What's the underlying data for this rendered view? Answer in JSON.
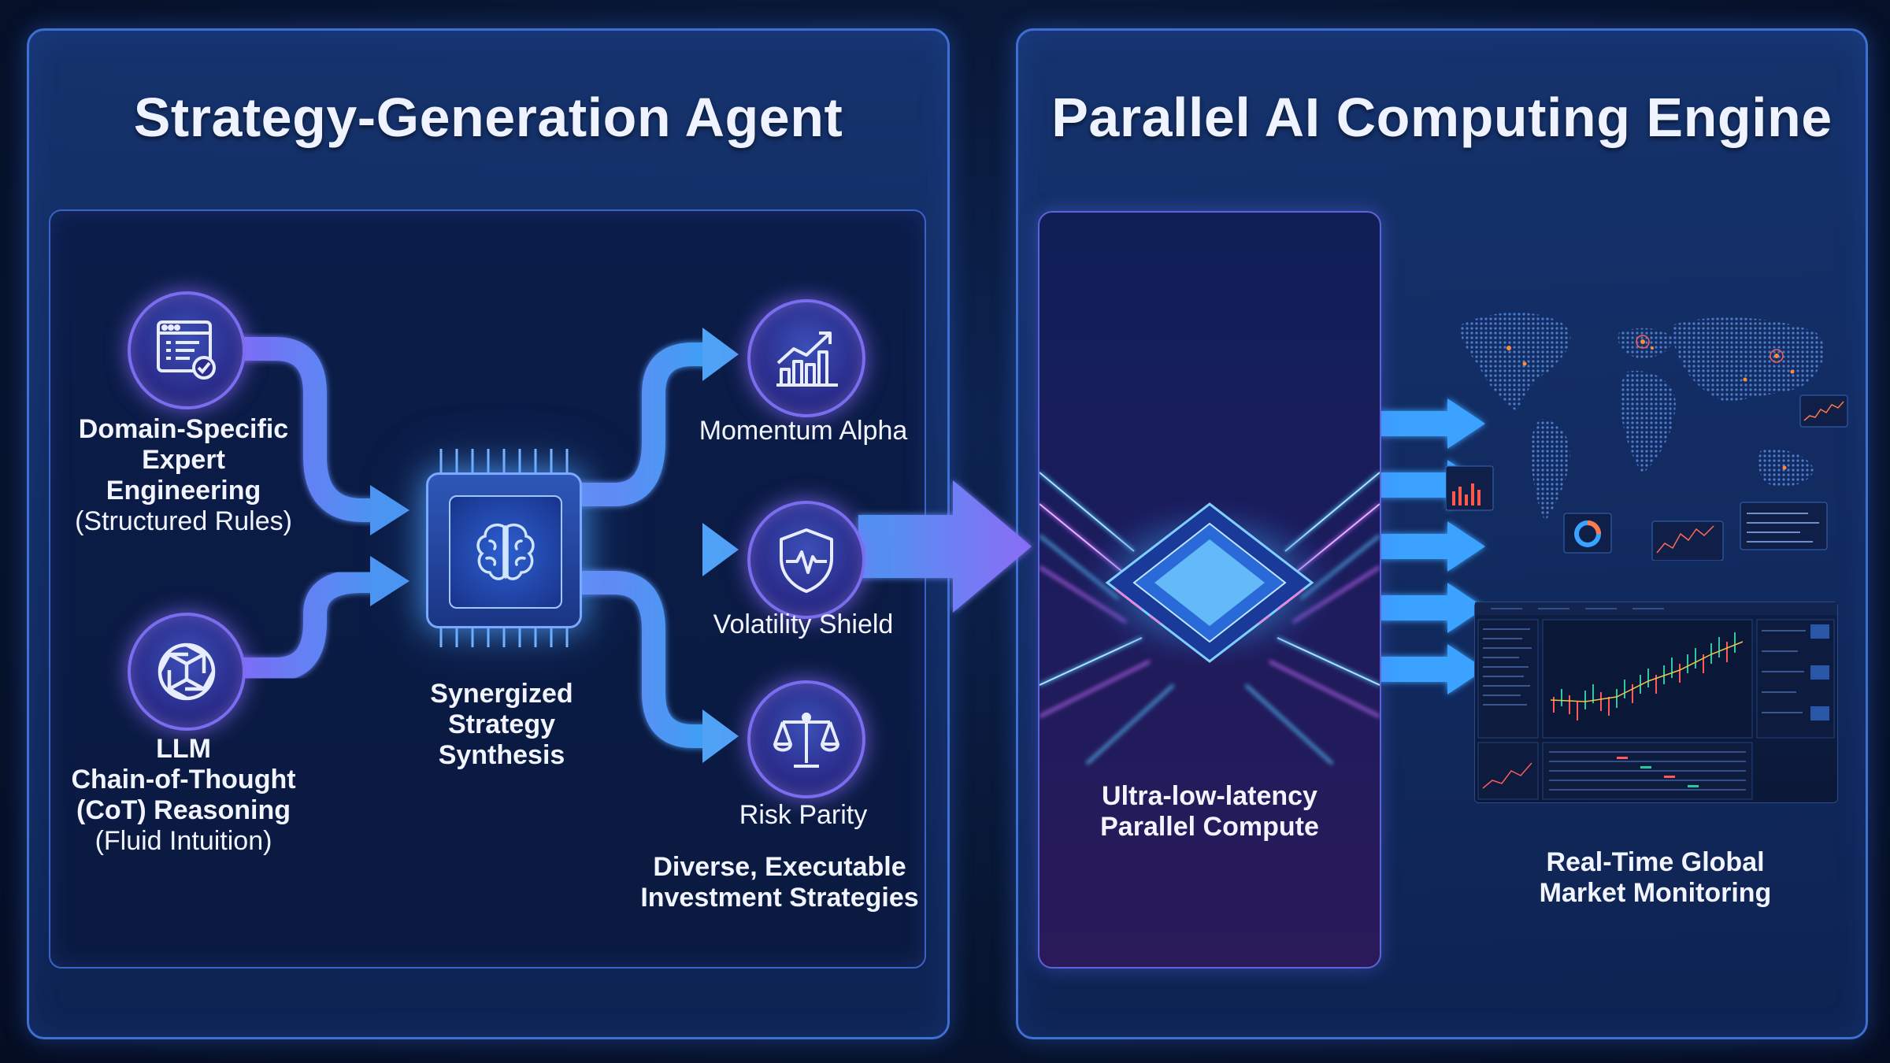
{
  "left_panel": {
    "title": "Strategy-Generation Agent",
    "inputs": [
      {
        "title_lines": [
          "Domain-Specific",
          "Expert",
          "Engineering"
        ],
        "subtitle": "(Structured Rules)",
        "icon": "document-checklist-icon"
      },
      {
        "title_lines": [
          "LLM",
          "Chain-of-Thought",
          "(CoT) Reasoning"
        ],
        "subtitle": "(Fluid Intuition)",
        "icon": "neural-knot-icon"
      }
    ],
    "synthesis": {
      "lines": [
        "Synergized",
        "Strategy",
        "Synthesis"
      ],
      "icon": "brain-chip-icon"
    },
    "outputs": [
      {
        "label": "Momentum Alpha",
        "icon": "growth-chart-icon"
      },
      {
        "label": "Volatility Shield",
        "icon": "shield-pulse-icon"
      },
      {
        "label": "Risk Parity",
        "icon": "balance-scale-icon"
      }
    ],
    "outputs_caption_lines": [
      "Diverse, Executable",
      "Investment Strategies"
    ]
  },
  "right_panel": {
    "title": "Parallel AI Computing Engine",
    "compute_caption_lines": [
      "Ultra-low-latency",
      "Parallel Compute"
    ],
    "monitor_caption_lines": [
      "Real-Time Global",
      "Market Monitoring"
    ]
  },
  "colors": {
    "background": "#081632",
    "panel_border": "#3f6fd0",
    "arrow_gradient_start": "#4a90f0",
    "arrow_gradient_end": "#8a6df5",
    "glow": "#5fb8ff"
  }
}
